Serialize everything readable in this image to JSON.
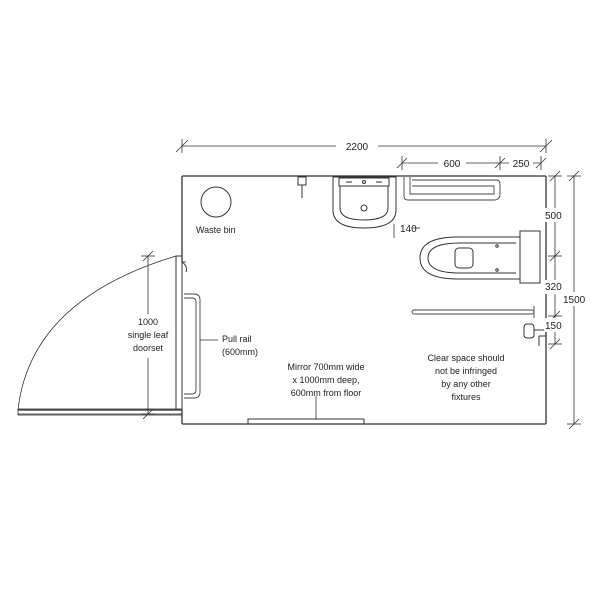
{
  "dimensions": {
    "overall_width": "2200",
    "rail_length": "600",
    "rail_offset": "250",
    "basin_to_wc": "140",
    "depth_upper": "500",
    "depth_middle": "320",
    "depth_lower": "150",
    "overall_depth": "1500"
  },
  "labels": {
    "waste_bin": "Waste bin",
    "door_line1": "1000",
    "door_line2": "single leaf",
    "door_line3": "doorset",
    "pull_rail_line1": "Pull rail",
    "pull_rail_line2": "(600mm)",
    "mirror_line1": "Mirror 700mm wide",
    "mirror_line2": "x 1000mm deep,",
    "mirror_line3": "600mm from floor",
    "clear_line1": "Clear space should",
    "clear_line2": "not be infringed",
    "clear_line3": "by any other",
    "clear_line4": "fixtures"
  }
}
